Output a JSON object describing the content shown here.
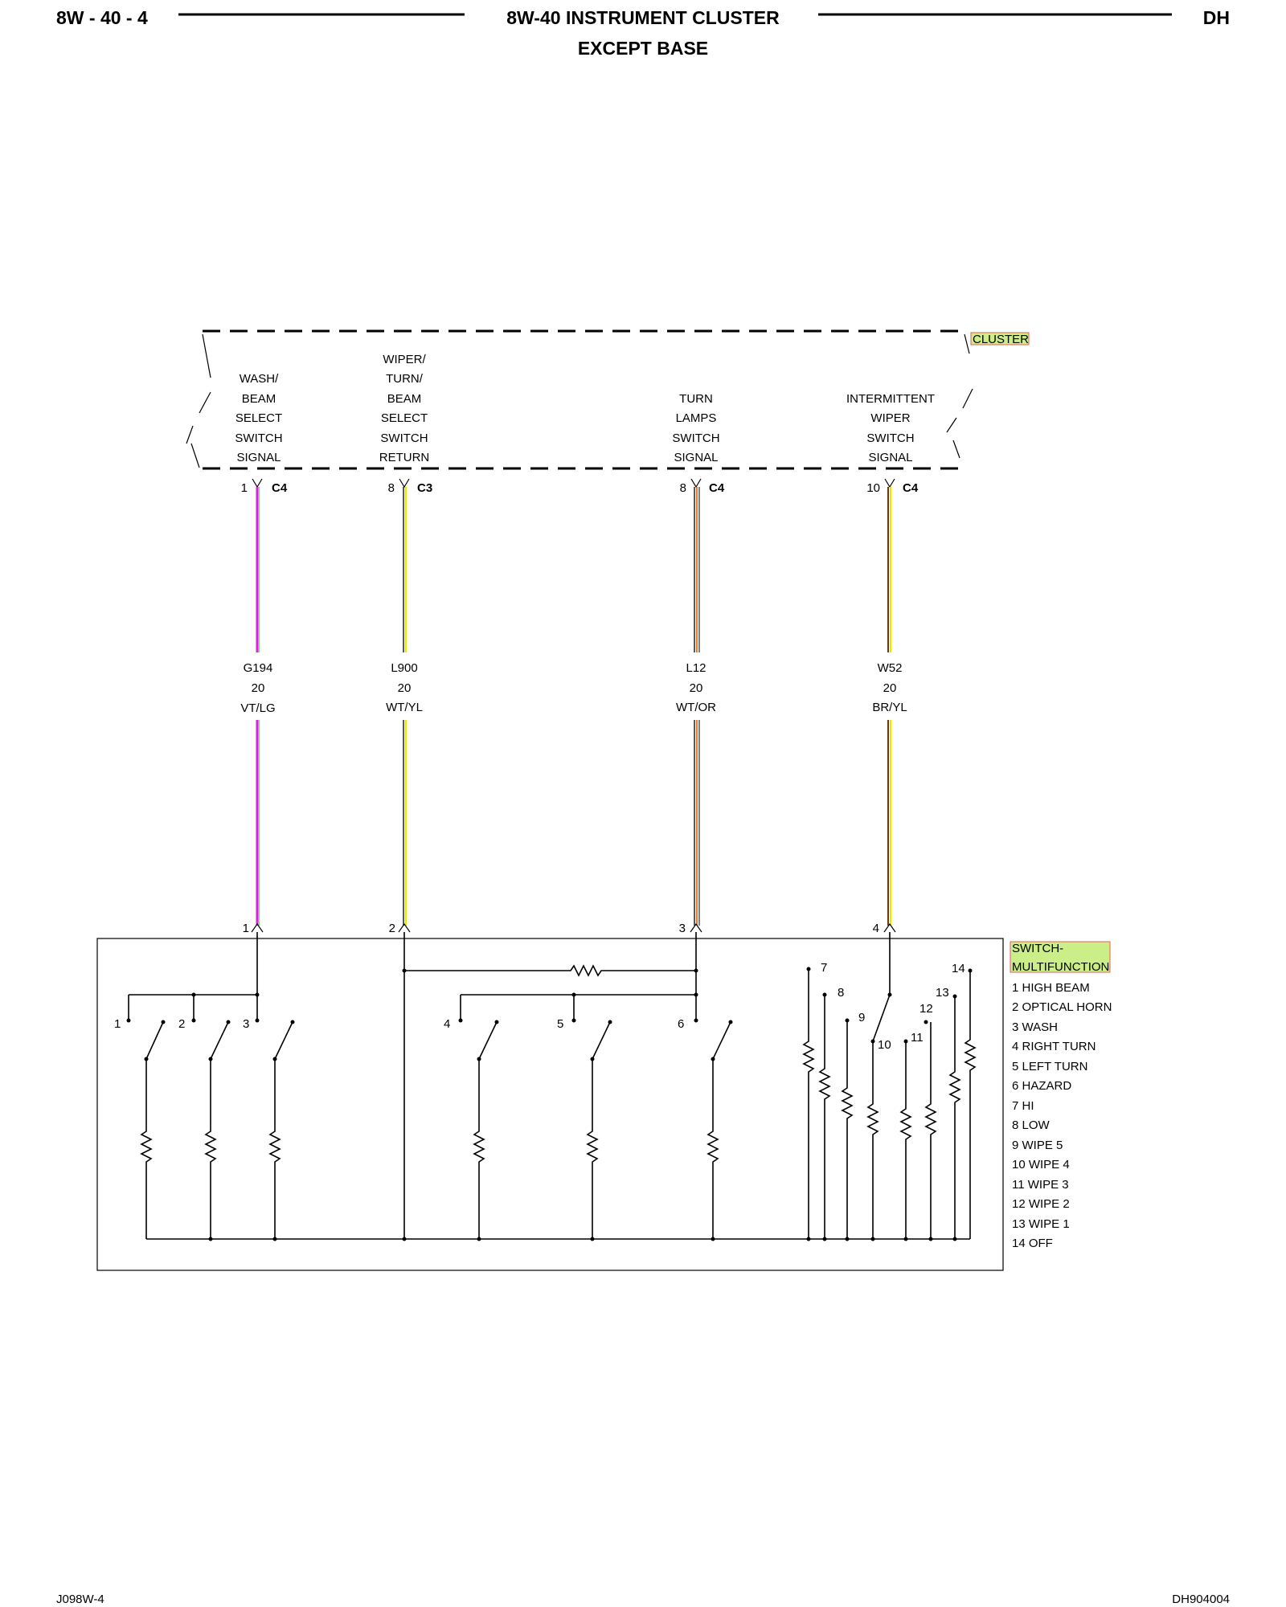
{
  "header": {
    "page_number": "8W - 40 - 4",
    "title": "8W-40 INSTRUMENT CLUSTER",
    "subtitle": "EXCEPT BASE",
    "section_code": "DH"
  },
  "footer": {
    "left_code": "J098W-4",
    "right_code": "DH904004"
  },
  "cluster": {
    "name": "CLUSTER",
    "signals": [
      {
        "lines": [
          "WASH/",
          "BEAM",
          "SELECT",
          "SWITCH",
          "SIGNAL"
        ],
        "pin": "1",
        "connector": "C4"
      },
      {
        "lines": [
          "WIPER/",
          "TURN/",
          "BEAM",
          "SELECT",
          "SWITCH",
          "RETURN"
        ],
        "pin": "8",
        "connector": "C3"
      },
      {
        "lines": [
          "TURN",
          "LAMPS",
          "SWITCH",
          "SIGNAL"
        ],
        "pin": "8",
        "connector": "C4"
      },
      {
        "lines": [
          "INTERMITTENT",
          "WIPER",
          "SWITCH",
          "SIGNAL"
        ],
        "pin": "10",
        "connector": "C4"
      }
    ]
  },
  "wires": [
    {
      "circuit": "G194",
      "gauge": "20",
      "color": "VT/LG",
      "base_color": "#e020e0",
      "stripe_color": "#90d890",
      "switch_pin": "1"
    },
    {
      "circuit": "L900",
      "gauge": "20",
      "color": "WT/YL",
      "base_color": "#303030",
      "stripe_color": "#e8e800",
      "switch_pin": "2"
    },
    {
      "circuit": "L12",
      "gauge": "20",
      "color": "WT/OR",
      "base_color": "#303030",
      "stripe_color": "#f07820",
      "switch_pin": "3"
    },
    {
      "circuit": "W52",
      "gauge": "20",
      "color": "BR/YL",
      "base_color": "#6b3a10",
      "stripe_color": "#e8e800",
      "switch_pin": "4"
    }
  ],
  "switch": {
    "name_line1": "SWITCH-",
    "name_line2": "MULTIFUNCTION",
    "highlight_color": "#ccee88",
    "highlight_border": "#e06060",
    "positions": [
      "1 HIGH BEAM",
      "2 OPTICAL HORN",
      "3 WASH",
      "4 RIGHT TURN",
      "5 LEFT TURN",
      "6 HAZARD",
      "7 HI",
      "8 LOW",
      "9 WIPE 5",
      "10 WIPE 4",
      "11 WIPE 3",
      "12 WIPE 2",
      "13 WIPE 1",
      "14 OFF"
    ],
    "contact_numbers": [
      "1",
      "2",
      "3",
      "4",
      "5",
      "6",
      "7",
      "8",
      "9",
      "10",
      "11",
      "12",
      "13",
      "14"
    ]
  }
}
